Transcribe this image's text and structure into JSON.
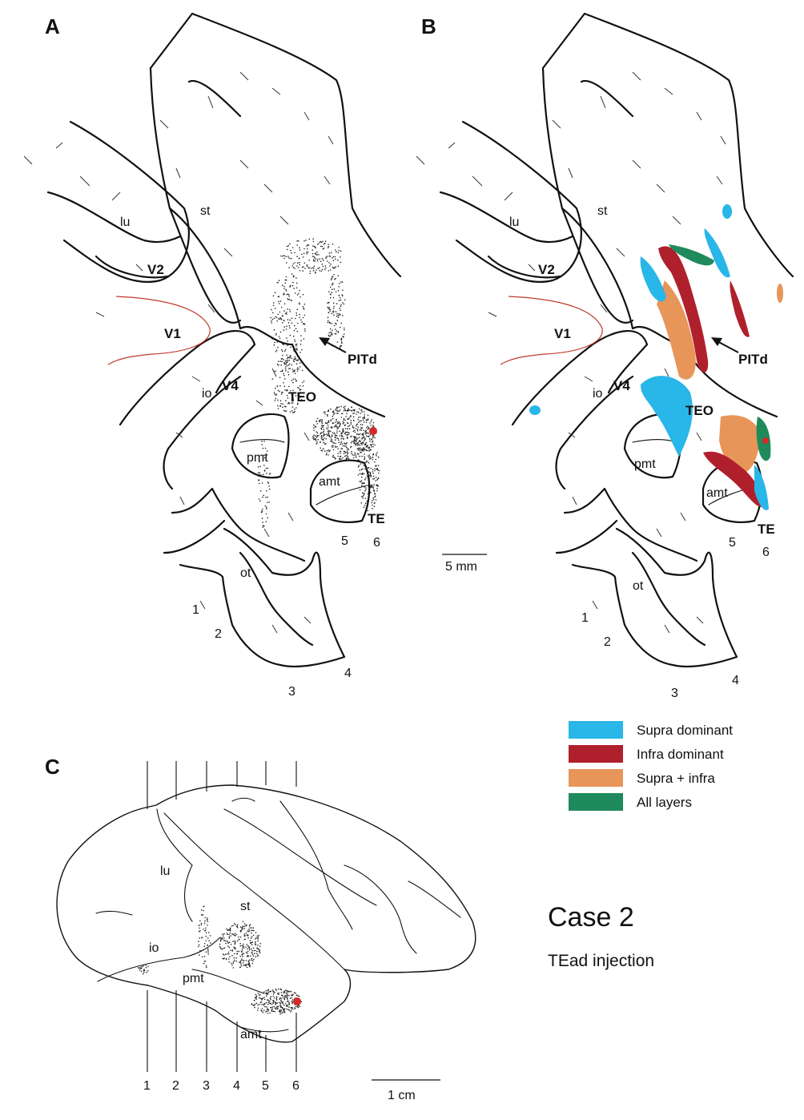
{
  "panels": {
    "a": {
      "letter": "A",
      "labels": {
        "lu": "lu",
        "st": "st",
        "v2": "V2",
        "v1": "V1",
        "v4": "V4",
        "io": "io",
        "teo": "TEO",
        "pitd": "PITd",
        "pmt": "pmt",
        "amt": "amt",
        "te": "TE",
        "ot": "ot"
      },
      "section_numbers": [
        "1",
        "2",
        "3",
        "4",
        "5",
        "6"
      ]
    },
    "b": {
      "letter": "B",
      "labels": {
        "lu": "lu",
        "st": "st",
        "v2": "V2",
        "v1": "V1",
        "v4": "V4",
        "io": "io",
        "teo": "TEO",
        "pitd": "PITd",
        "pmt": "pmt",
        "amt": "amt",
        "te": "TE",
        "ot": "ot"
      },
      "section_numbers": [
        "1",
        "2",
        "3",
        "4",
        "5",
        "6"
      ]
    },
    "c": {
      "letter": "C",
      "labels": {
        "lu": "lu",
        "st": "st",
        "io": "io",
        "pmt": "pmt",
        "amt": "amt"
      },
      "section_numbers": [
        "1",
        "2",
        "3",
        "4",
        "5",
        "6"
      ]
    }
  },
  "scale_bars": {
    "sections": "5 mm",
    "brain": "1 cm"
  },
  "legend": [
    {
      "label": "Supra dominant",
      "color": "#29b6e8"
    },
    {
      "label": "Infra dominant",
      "color": "#b0202c"
    },
    {
      "label": "Supra + infra",
      "color": "#e8955a"
    },
    {
      "label": "All layers",
      "color": "#1f8a5b"
    }
  ],
  "injection_color": "#d42a2a",
  "case": {
    "title": "Case 2",
    "subtitle": "TEad injection"
  }
}
